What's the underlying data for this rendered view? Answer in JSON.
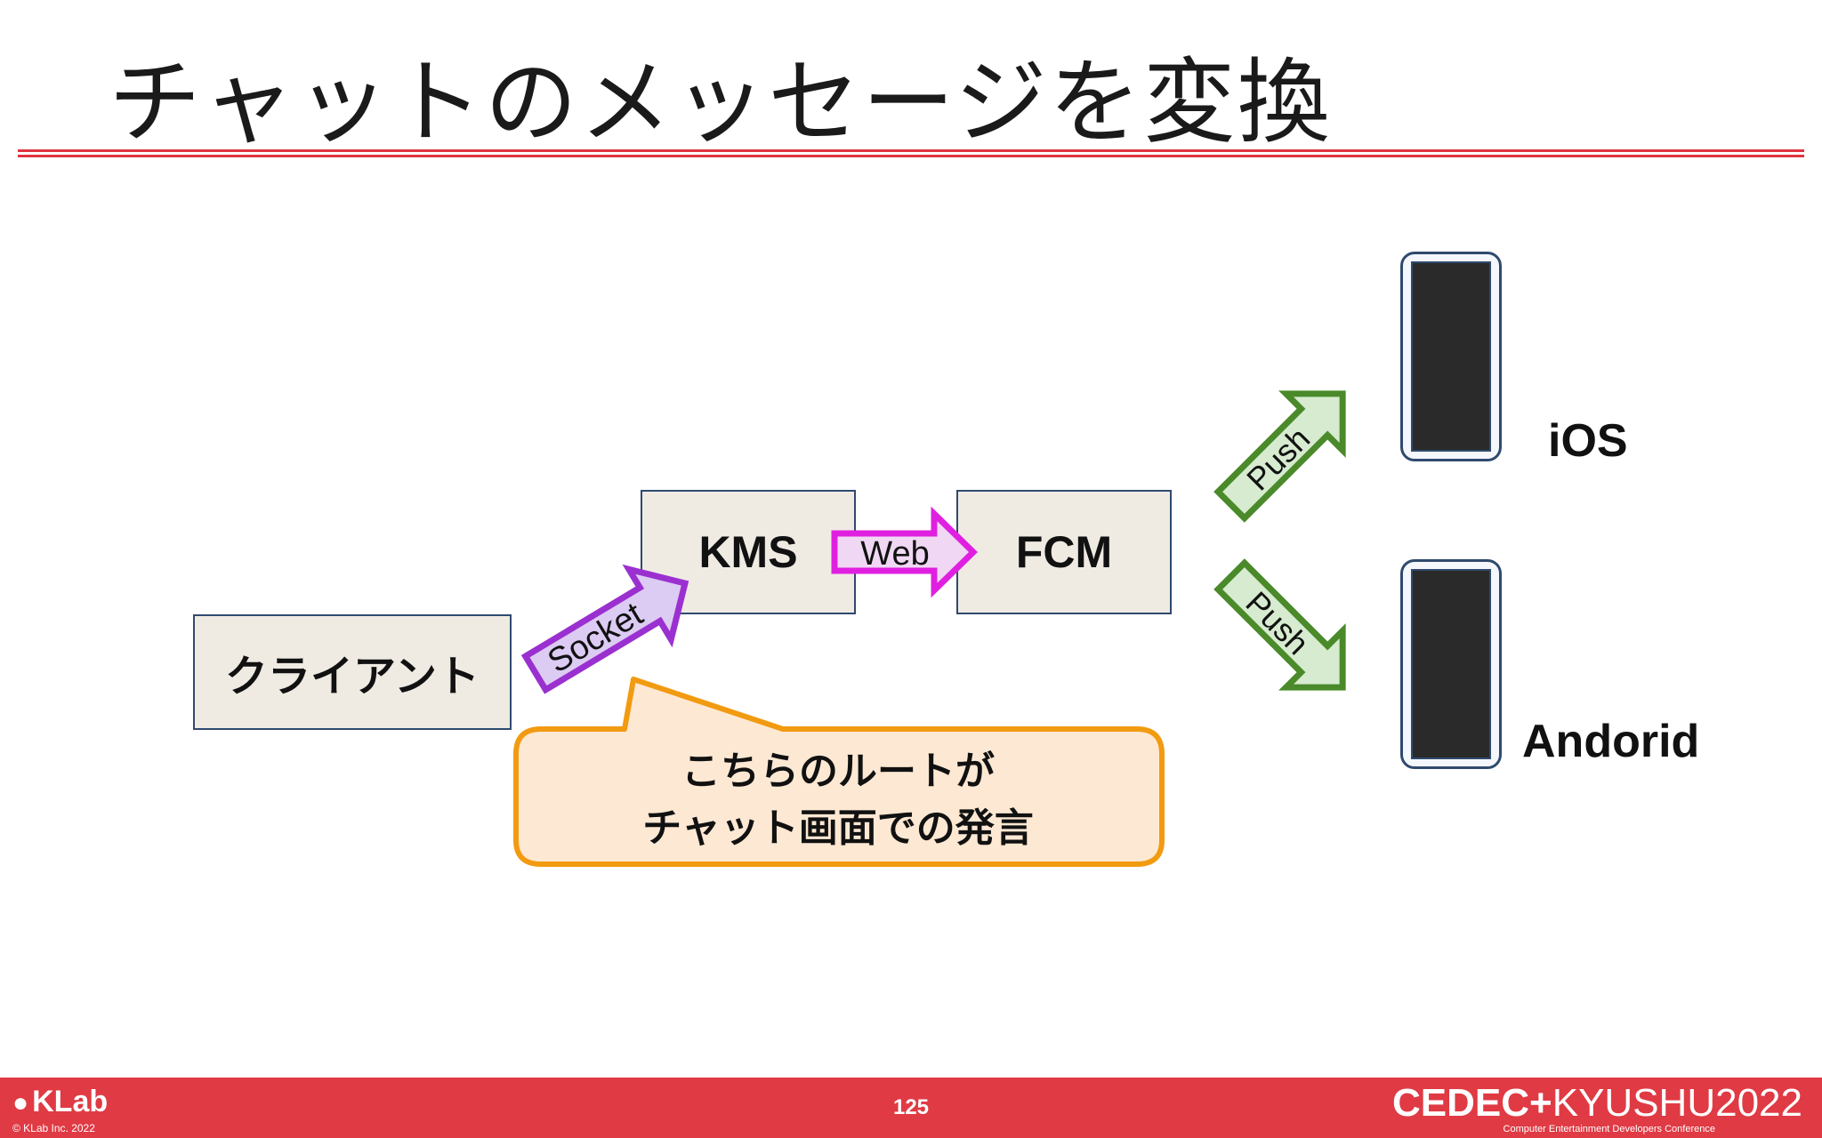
{
  "slide": {
    "title": "チャットのメッセージを変換",
    "page_number": "125"
  },
  "diagram": {
    "nodes": {
      "client": "クライアント",
      "kms": "KMS",
      "fcm": "FCM"
    },
    "edges": {
      "socket": "Socket",
      "web": "Web",
      "push_ios": "Push",
      "push_android": "Push"
    },
    "devices": {
      "ios": "iOS",
      "android": "Andorid"
    },
    "callout": {
      "line1": "こちらのルートが",
      "line2": "チャット画面での発言"
    }
  },
  "footer": {
    "company_logo": "KLab",
    "copyright": "© KLab Inc.  2022",
    "conference_logo_left": "CEDEC+",
    "conference_logo_right": "KYUSHU2022",
    "conference_subtitle": "Computer Entertainment Developers Conference"
  },
  "colors": {
    "accent_red": "#e03a44",
    "box_fill": "#efebe3",
    "box_border": "#2f4a6e",
    "socket_arrow": "#9b30d0",
    "web_arrow": "#e020e0",
    "push_arrow": "#4a8a2a",
    "callout_border": "#f29a10",
    "callout_fill": "#fde8d3"
  }
}
